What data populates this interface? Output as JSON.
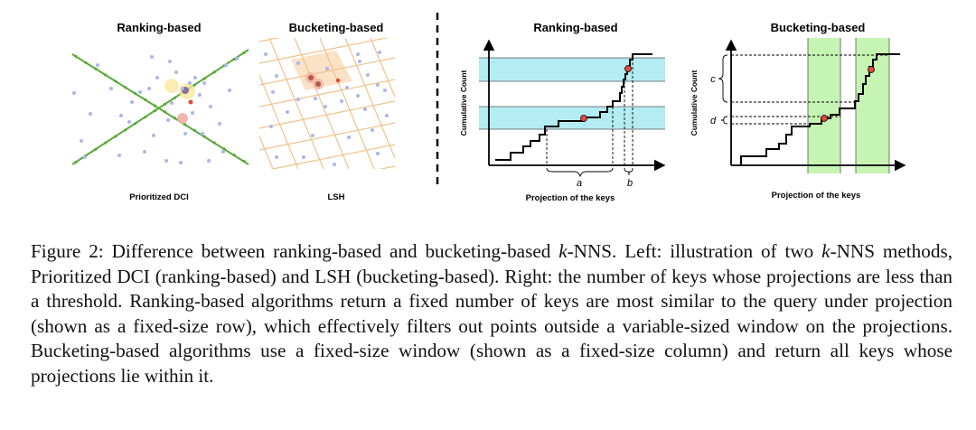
{
  "panels": {
    "ranking_left": {
      "title": "Ranking-based",
      "label": "Prioritized DCI"
    },
    "bucketing_left": {
      "title": "Bucketing-based",
      "label": "LSH"
    },
    "ranking_right": {
      "title": "Ranking-based",
      "ylabel": "Cumulative Count",
      "xlabel": "Projection of the keys",
      "brace_a": "a",
      "brace_b": "b"
    },
    "bucketing_right": {
      "title": "Bucketing-based",
      "ylabel": "Cumulative Count",
      "xlabel": "Projection of the keys",
      "brace_c": "c",
      "brace_d": "d"
    }
  },
  "caption": {
    "label": "Figure 2:",
    "text_1": " Difference between ranking-based and bucketing-based ",
    "k1": "k",
    "text_2": "-NNS. Left: illustration of two ",
    "k2": "k",
    "text_3": "-NNS methods, Prioritized DCI (ranking-based) and LSH (bucketing-based). Right: the number of keys whose projections are less than a threshold. Ranking-based algorithms return a fixed number of keys are most similar to the query under projection (shown as a fixed-size row), which effectively filters out points outside a variable-sized window on the projections. Bucketing-based algorithms use a fixed-size window (shown as a fixed-size column) and return all keys whose projections lie within it."
  },
  "colors": {
    "row_band": "#b3ecf2",
    "column_band": "#c6f5b3",
    "green_line": "#5aa83a",
    "lsh_grid": "#f0c28c",
    "points": "#a9b7ea",
    "query": "#e3493b"
  }
}
